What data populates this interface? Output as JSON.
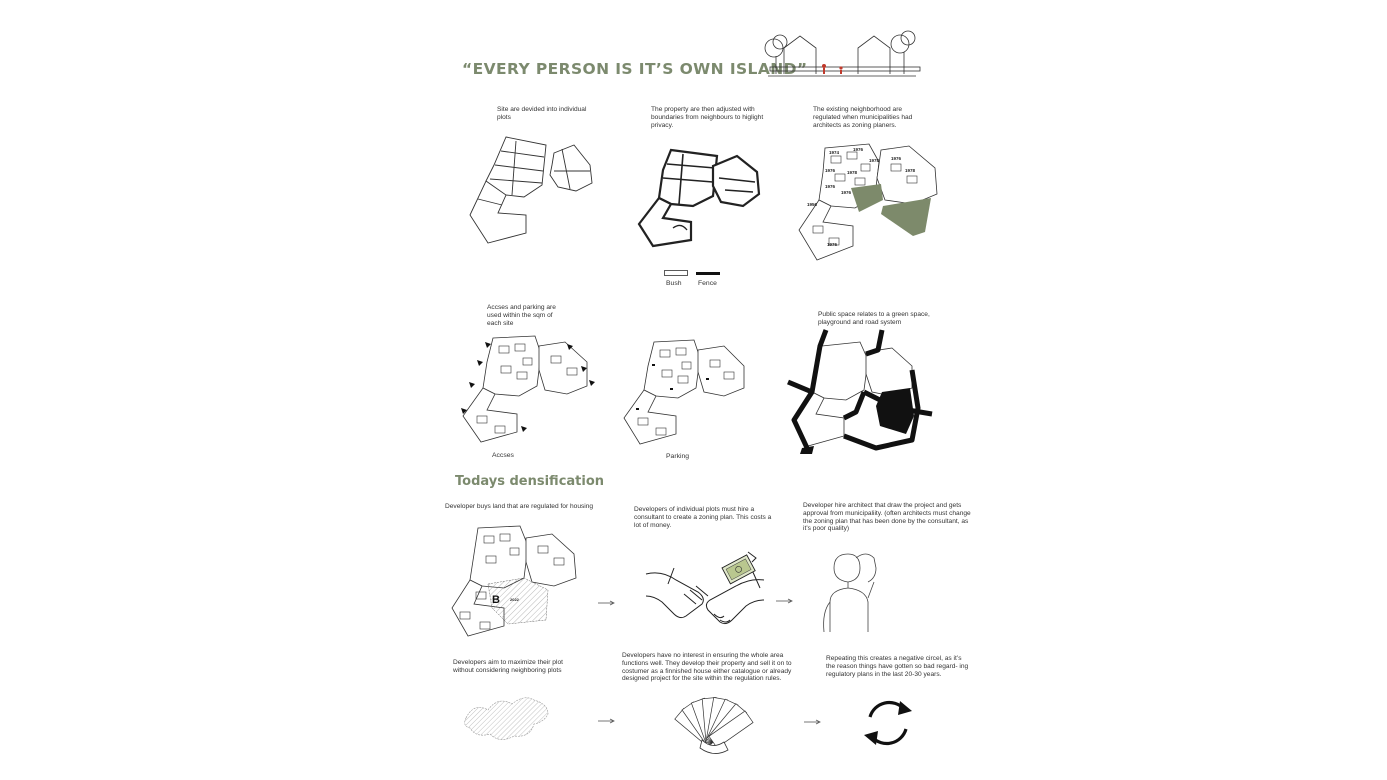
{
  "title": "“EVERY PERSON IS IT’S OWN ISLAND”",
  "section_title": "Todays densification",
  "captions": {
    "c1": "Site are devided into individual plots",
    "c2": "The property are then adjusted with boundaries from neighbours to higlight privacy.",
    "c3": "The existing neighborhood are regulated when municipalities had architects as zoning planers.",
    "c4": "Accses and parking are used within the sqm of each site",
    "c5": "Public space relates to a green space, playground and road system",
    "d1": "Developer buys land that are regulated for housing",
    "d2": "Developers of individual plots must hire a consultant to create a zoning plan. This costs a lot of money.",
    "d3": "Developer hire architect that draw the project and gets approval from municipaliity. (often architects must change the zoning plan that has been done by the consultant, as it’s poor quality)",
    "d4": "Developers aim to maximize their plot without considering neighboring plots",
    "d5": "Developers have no interest in ensuring the whole area functions well. They develop their property and sell it on to costumer as a finnished house either catalogue or already designed project for the site within the regulation rules.",
    "d6": "Repeating this creates a negative circel, as it’s the reason things have gotten so bad regard- ing regulatory plans in the last 20-30 years."
  },
  "labels": {
    "access": "Accses",
    "parking": "Parking",
    "legend_bush": "Bush",
    "legend_fence": "Fence",
    "plot_letter": "B",
    "plot_year": "2022"
  },
  "years": [
    "1974",
    "1976",
    "1978",
    "1976",
    "1978",
    "1976",
    "1978",
    "1976",
    "1976",
    "1956",
    "1976"
  ],
  "colors": {
    "accent": "#7c8a6e",
    "green_area": "#7d8a6b",
    "ink": "#222222"
  }
}
